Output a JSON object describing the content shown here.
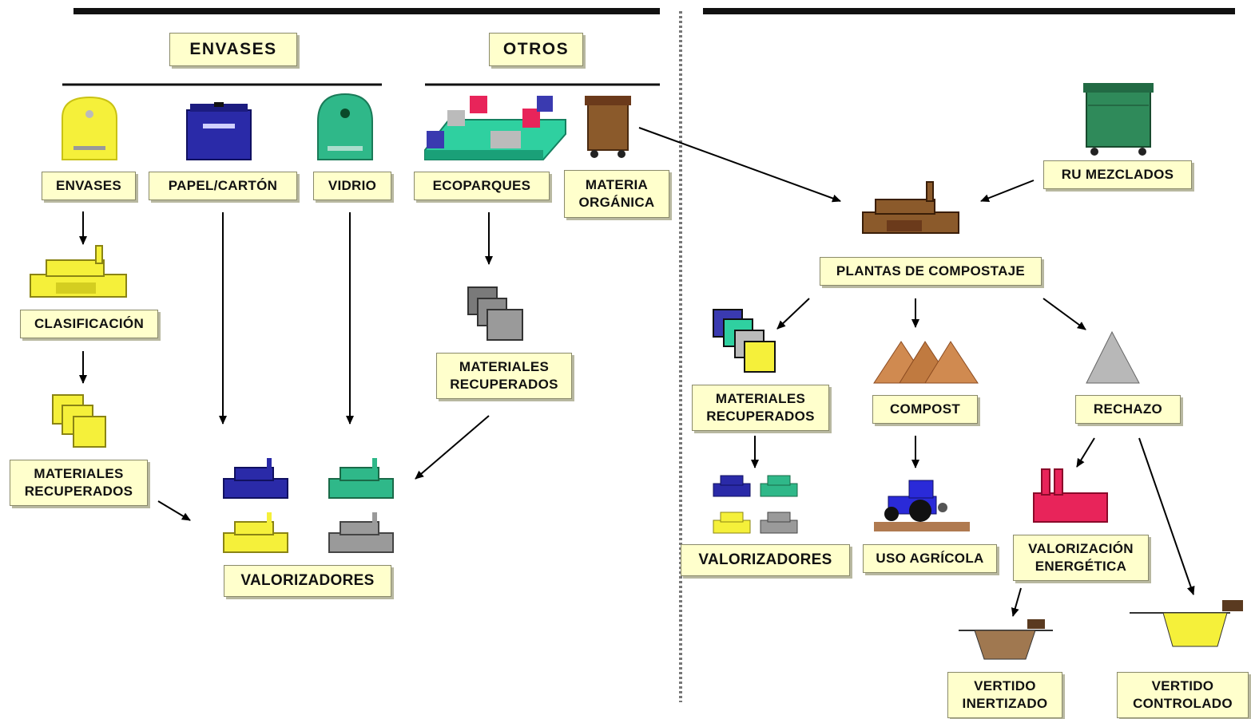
{
  "left": {
    "headers": {
      "envases": "ENVASES",
      "otros": "OTROS"
    },
    "labels": {
      "envases": "ENVASES",
      "papel": "PAPEL/CARTÓN",
      "vidrio": "VIDRIO",
      "ecoparques": "ECOPARQUES",
      "materia_organica": "MATERIA\nORGÁNICA",
      "clasificacion": "CLASIFICACIÓN",
      "materiales_recuperados_a": "MATERIALES\nRECUPERADOS",
      "materiales_recuperados_b": "MATERIALES\nRECUPERADOS",
      "valorizadores": "VALORIZADORES"
    }
  },
  "right": {
    "labels": {
      "ru_mezclados": "RU MEZCLADOS",
      "plantas": "PLANTAS DE COMPOSTAJE",
      "materiales_recuperados": "MATERIALES\nRECUPERADOS",
      "compost": "COMPOST",
      "rechazo": "RECHAZO",
      "valorizadores": "VALORIZADORES",
      "uso_agricola": "USO AGRÍCOLA",
      "valorizacion_energetica": "VALORIZACIÓN\nENERGÉTICA",
      "vertido_inertizado": "VERTIDO\nINERTIZADO",
      "vertido_controlado": "VERTIDO\nCONTROLADO"
    }
  },
  "colors": {
    "box_fill": "#ffffcc",
    "yellow": "#f5f03a",
    "blue": "#2a2aa8",
    "green": "#2fb889",
    "gray": "#8c8c8c",
    "brown": "#8b5a2b",
    "pink": "#e8245a"
  }
}
